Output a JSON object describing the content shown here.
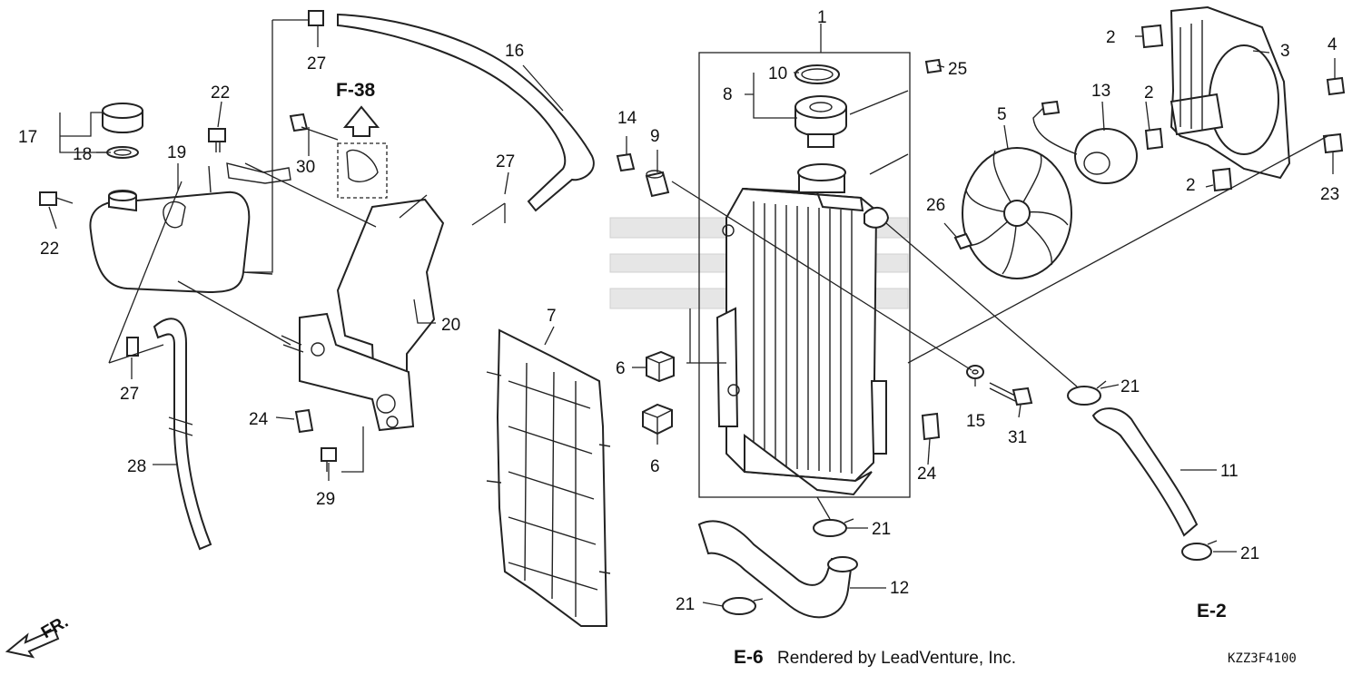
{
  "labels": {
    "p1": "1",
    "p2a": "2",
    "p2b": "2",
    "p2c": "2",
    "p3": "3",
    "p4": "4",
    "p5": "5",
    "p6a": "6",
    "p6b": "6",
    "p7": "7",
    "p8": "8",
    "p9": "9",
    "p10": "10",
    "p11": "11",
    "p12": "12",
    "p13": "13",
    "p14": "14",
    "p15": "15",
    "p16": "16",
    "p17": "17",
    "p18": "18",
    "p19": "19",
    "p20": "20",
    "p21a": "21",
    "p21b": "21",
    "p21c": "21",
    "p21d": "21",
    "p22a": "22",
    "p22b": "22",
    "p23": "23",
    "p24a": "24",
    "p24b": "24",
    "p25": "25",
    "p26": "26",
    "p27a": "27",
    "p27b": "27",
    "p27c": "27",
    "p28": "28",
    "p29": "29",
    "p30": "30",
    "p31": "31"
  },
  "refs": {
    "f38": "F-38",
    "e2": "E-2",
    "e6": "E-6"
  },
  "direction": "FR.",
  "credit": "Rendered by LeadVenture, Inc.",
  "diagram_code": "KZZ3F4100"
}
